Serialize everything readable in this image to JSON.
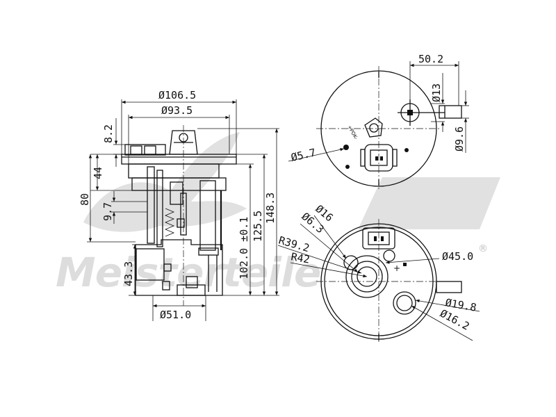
{
  "watermark": {
    "brand": "Meisterteile",
    "reg_mark": "®"
  },
  "side_view": {
    "dimensions": {
      "dia_106_5": "Ø106.5",
      "dia_93_5": "Ø93.5",
      "h_8_2": "8.2",
      "h_44": "44",
      "h_80": "80",
      "h_9_7": "9.7",
      "h_43_3": "43.3",
      "h_102": "102.0 ±0.1",
      "h_125_5": "125.5",
      "h_148_3": "148.3",
      "dia_51": "Ø51.0"
    }
  },
  "top_view": {
    "dimensions": {
      "w_50_2": "50.2",
      "dia_13": "Ø13",
      "dia_9_6": "Ø9.6",
      "dia_5_7": "Ø5.7"
    },
    "marking": "+POK-"
  },
  "bottom_view": {
    "dimensions": {
      "dia_16": "Ø16",
      "dia_6_3": "Ø6.3",
      "r_39_2": "R39.2",
      "r_42": "R42",
      "dia_45": "Ø45.0",
      "dia_19_8": "Ø19.8",
      "dia_16_2": "Ø16.2"
    }
  }
}
